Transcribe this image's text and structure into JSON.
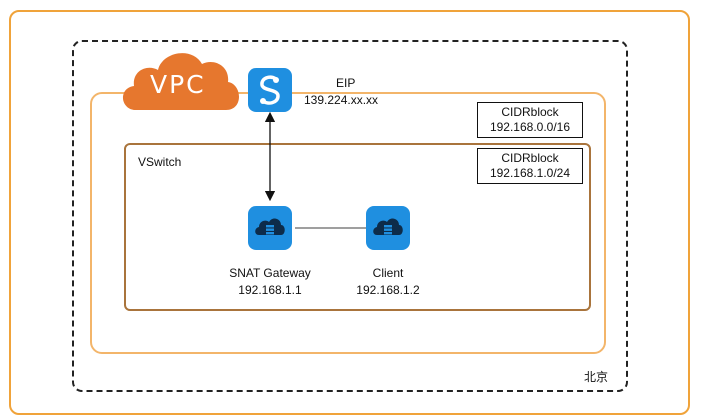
{
  "colors": {
    "frame": "#f0a33a",
    "vpc_border": "#f3b56a",
    "vswitch_border": "#a9743c",
    "cloud": "#e6772e",
    "icon_blue": "#1f8fe0"
  },
  "vpc": {
    "label": "VPC",
    "icon": "cloud-icon"
  },
  "eip": {
    "label": "EIP",
    "address": "139.224.xx.xx",
    "icon": "eip-icon"
  },
  "vpc_cidr": {
    "title": "CIDRblock",
    "block": "192.168.0.0/16"
  },
  "vswitch": {
    "label": "VSwitch"
  },
  "vswitch_cidr": {
    "title": "CIDRblock",
    "block": "192.168.1.0/24"
  },
  "snat": {
    "name": "SNAT Gateway",
    "ip": "192.168.1.1",
    "icon": "gateway-icon"
  },
  "client": {
    "name": "Client",
    "ip": "192.168.1.2",
    "icon": "server-icon"
  },
  "region": {
    "label": "北京"
  }
}
